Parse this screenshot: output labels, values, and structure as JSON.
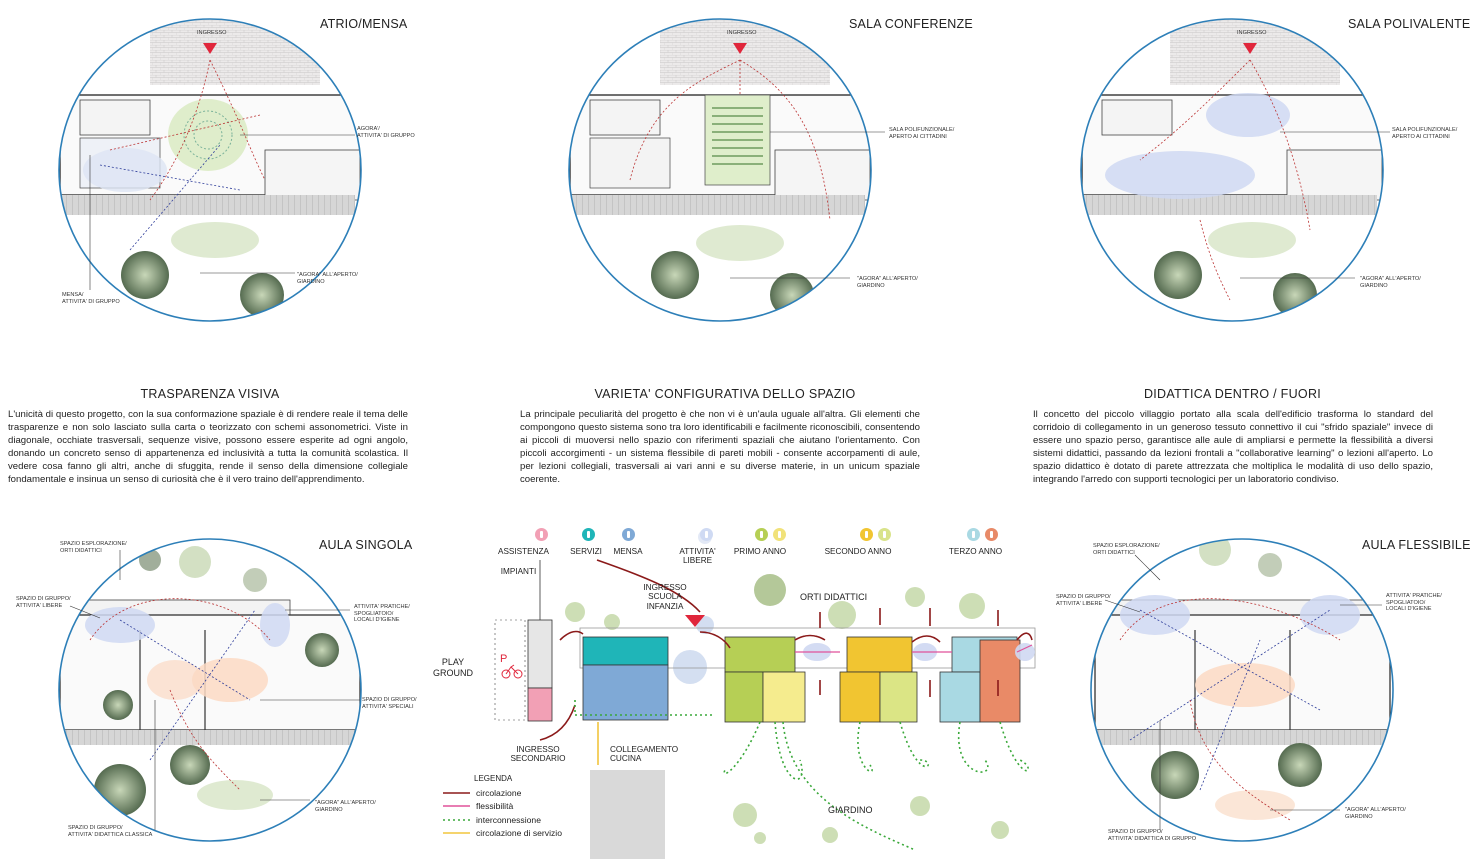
{
  "plans": {
    "atrio": {
      "title": "ATRIO/MENSA",
      "ingresso": "INGRESSO",
      "label_agora": "AGORA'/\nATTIVITA' DI GRUPPO",
      "label_agora_out": "\"AGORA\" ALL'APERTO/\nGIARDINO",
      "label_mensa": "MENSA/\nATTIVITA' DI GRUPPO"
    },
    "conferenze": {
      "title": "SALA CONFERENZE",
      "ingresso": "INGRESSO",
      "label_sala": "SALA POLIFUNZIONALE/\nAPERTO AI CITTADINI",
      "label_agora_out": "\"AGORA\" ALL'APERTO/\nGIARDINO"
    },
    "polivalente": {
      "title": "SALA POLIVALENTE",
      "ingresso": "INGRESSO",
      "label_sala": "SALA POLIFUNZIONALE/\nAPERTO AI CITTADINI",
      "label_agora_out": "\"AGORA\" ALL'APERTO/\nGIARDINO"
    },
    "singola": {
      "title": "AULA SINGOLA",
      "label_esplorazione": "SPAZIO ESPLORAZIONE/\nORTI DIDATTICI",
      "label_gruppo_libere": "SPAZIO DI GRUPPO/\nATTIVITA' LIBERE",
      "label_pratiche": "ATTIVITA' PRATICHE/\nSPOGLIATOIO/\nLOCALI D'IGIENE",
      "label_speciali": "SPAZIO DI GRUPPO/\nATTIVITA' SPECIALI",
      "label_agora_out": "\"AGORA\" ALL'APERTO/\nGIARDINO",
      "label_classica": "SPAZIO DI GRUPPO/\nATTIVITA' DIDATTICA CLASSICA"
    },
    "flessibile": {
      "title": "AULA FLESSIBILE",
      "label_esplorazione": "SPAZIO ESPLORAZIONE/\nORTI DIDATTICI",
      "label_gruppo_libere": "SPAZIO DI GRUPPO/\nATTIVITA' LIBERE",
      "label_pratiche": "ATTIVITA' PRATICHE/\nSPOGLIATOIO/\nLOCALI D'IGIENE",
      "label_agora_out": "\"AGORA\" ALL'APERTO/\nGIARDINO",
      "label_classica": "SPAZIO DI GRUPPO/\nATTIVITA' DIDATTICA DI GRUPPO"
    }
  },
  "sections": [
    {
      "heading": "TRASPARENZA VISIVA",
      "text": "L'unicità di questo progetto, con la sua conformazione spaziale è di rendere reale il tema delle trasparenze e non solo lasciato sulla carta o teorizzato con schemi assonometrici. Viste in diagonale, occhiate trasversali, sequenze visive, possono essere esperite ad ogni angolo, donando un concreto senso di appartenenza ed inclusività a tutta la comunità scolastica. Il vedere cosa fanno gli altri, anche di sfuggita, rende il senso della dimensione collegiale fondamentale e insinua un senso di curiosità che è il vero traino dell'apprendimento."
    },
    {
      "heading": "VARIETA' CONFIGURATIVA DELLO SPAZIO",
      "text": "La principale peculiarità del progetto è che non vi è un'aula uguale all'altra. Gli elementi che compongono questo sistema sono tra loro identificabili e facilmente riconoscibili, consentendo ai piccoli di muoversi nello spazio con riferimenti spaziali che aiutano l'orientamento. Con piccoli accorgimenti - un sistema flessibile di pareti mobili - consente accorpamenti di aule, per lezioni collegiali, trasversali ai vari anni e su diverse materie, in un unicum spaziale coerente."
    },
    {
      "heading": "DIDATTICA DENTRO / FUORI",
      "text": "Il concetto del piccolo villaggio portato alla scala dell'edificio trasforma lo standard del corridoio di collegamento in un generoso tessuto connettivo il cui \"sfrido spaziale\" invece di essere uno spazio perso, garantisce alle aule di ampliarsi e permette la flessibilità a diversi sistemi didattici, passando da lezioni frontali a \"collaborative learning\" o lezioni all'aperto. Lo spazio didattico è dotato di parete attrezzata che moltiplica le modalità di uso dello spazio, integrando l'arredo con supporti tecnologici per un laboratorio condiviso."
    }
  ],
  "site": {
    "categories": [
      {
        "label": "ASSISTENZA",
        "color": "#f2a0b5"
      },
      {
        "label": "SERVIZI",
        "color": "#1fb5b8"
      },
      {
        "label": "MENSA",
        "color": "#7fa9d6"
      },
      {
        "label": "ATTIVITA'\nLIBERE",
        "color": "#cfdaf3"
      },
      {
        "label": "PRIMO ANNO",
        "color": "#b6cf55"
      },
      {
        "label": "SECONDO ANNO",
        "color": "#f1c531"
      },
      {
        "label": "TERZO ANNO",
        "color": "#a9d9e3"
      }
    ],
    "icon_colors": {
      "primo_2": "#f1e27a",
      "secondo_2": "#d9e38a",
      "terzo_2": "#e88a68"
    },
    "labels": {
      "impianti": "IMPIANTI",
      "ingresso_scuola": "INGRESSO\nSCUOLA\nINFANZIA",
      "orti": "ORTI DIDATTICI",
      "play": "PLAY\nGROUND",
      "ingresso_secondario": "INGRESSO\nSECONDARIO",
      "collegamento": "COLLEGAMENTO\nCUCINA",
      "giardino": "GIARDINO",
      "parking": "P"
    },
    "legend": {
      "title": "LEGENDA",
      "items": [
        {
          "label": "circolazione",
          "color": "#8b1a1a"
        },
        {
          "label": "flessibilità",
          "color": "#e0529a"
        },
        {
          "label": "interconnessione",
          "color": "#3aa83a"
        },
        {
          "label": "circolazione di servizio",
          "color": "#f2c53d"
        }
      ]
    },
    "colors": {
      "assistenza": "#f2a0b5",
      "servizi": "#1fb5b8",
      "mensa": "#7fa9d6",
      "primo": "#b6cf55",
      "primo_b": "#f5ec8e",
      "secondo": "#f1c531",
      "secondo_b": "#dbe585",
      "terzo": "#a9d9e3",
      "terzo_b": "#e98a67"
    }
  }
}
